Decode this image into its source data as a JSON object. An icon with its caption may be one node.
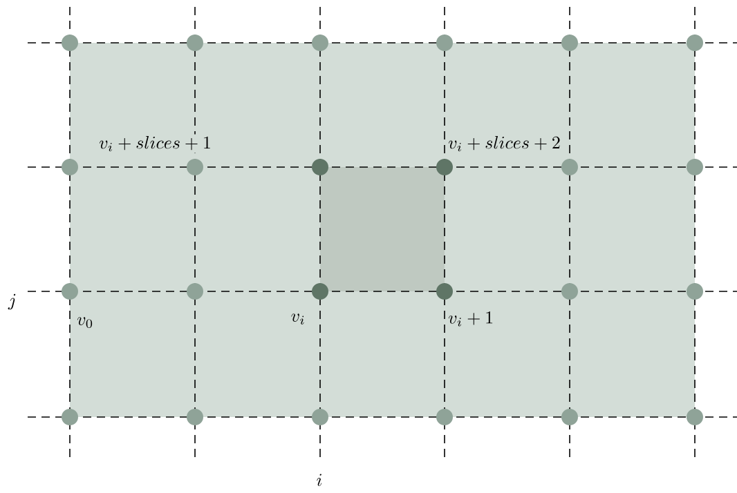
{
  "diagram": {
    "labels": [
      "v_i + slices + 1",
      "v_i + slices + 2",
      "j",
      "v_0",
      "v_i",
      "v_i + 1",
      "i"
    ]
  }
}
